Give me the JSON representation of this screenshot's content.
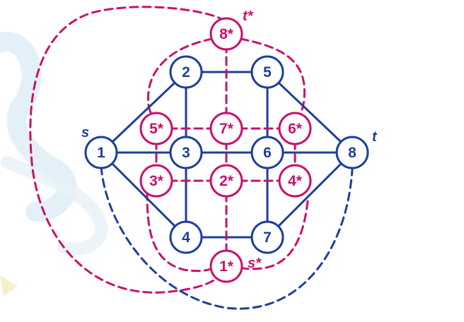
{
  "colors": {
    "primal": "#1f3f98",
    "dual": "#c8126a",
    "background": "#ffffff",
    "watermark": "#dcecf6",
    "watermark_accent": "#f4f0c2"
  },
  "primal_nodes": [
    {
      "id": "1",
      "label": "1"
    },
    {
      "id": "2",
      "label": "2"
    },
    {
      "id": "3",
      "label": "3"
    },
    {
      "id": "4",
      "label": "4"
    },
    {
      "id": "5",
      "label": "5"
    },
    {
      "id": "6",
      "label": "6"
    },
    {
      "id": "7",
      "label": "7"
    },
    {
      "id": "8",
      "label": "8"
    }
  ],
  "dual_nodes": [
    {
      "id": "1*",
      "label": "1*"
    },
    {
      "id": "2*",
      "label": "2*"
    },
    {
      "id": "3*",
      "label": "3*"
    },
    {
      "id": "4*",
      "label": "4*"
    },
    {
      "id": "5*",
      "label": "5*"
    },
    {
      "id": "6*",
      "label": "6*"
    },
    {
      "id": "7*",
      "label": "7*"
    },
    {
      "id": "8*",
      "label": "8*"
    }
  ],
  "primal_edges": [
    [
      "1",
      "2"
    ],
    [
      "1",
      "3"
    ],
    [
      "1",
      "4"
    ],
    [
      "2",
      "5"
    ],
    [
      "2",
      "3"
    ],
    [
      "3",
      "6"
    ],
    [
      "3",
      "4"
    ],
    [
      "4",
      "7"
    ],
    [
      "5",
      "6"
    ],
    [
      "5",
      "8"
    ],
    [
      "6",
      "8"
    ],
    [
      "6",
      "7"
    ],
    [
      "7",
      "8"
    ]
  ],
  "dual_edges": [
    [
      "5*",
      "7*"
    ],
    [
      "7*",
      "6*"
    ],
    [
      "3*",
      "2*"
    ],
    [
      "2*",
      "4*"
    ],
    [
      "5*",
      "3*"
    ],
    [
      "6*",
      "4*"
    ],
    [
      "7*",
      "2*"
    ],
    [
      "7*",
      "8*"
    ],
    [
      "2*",
      "1*"
    ]
  ],
  "terminals": {
    "source": "s",
    "sink": "t",
    "dual_source": "s*",
    "dual_sink": "t*"
  }
}
